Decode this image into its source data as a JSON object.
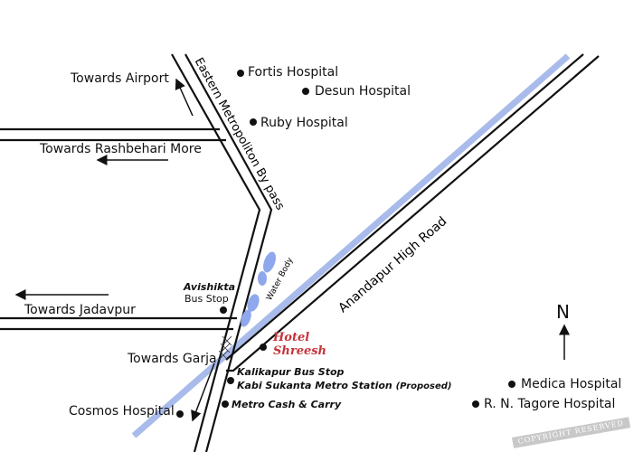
{
  "colors": {
    "metro_line": "#a9bbea",
    "water": "#8fa7ec",
    "hotel": "#c4343a",
    "road": "#111111"
  },
  "roads": {
    "bypass": "Eastern Metropoliton By pass",
    "anandapur": "Anandapur High Road"
  },
  "directions": {
    "airport": "Towards Airport",
    "rashbehari": "Towards Rashbehari More",
    "jadavpur": "Towards Jadavpur",
    "garja": "Towards Garja"
  },
  "places": {
    "fortis": "Fortis Hospital",
    "desun": "Desun Hospital",
    "ruby": "Ruby Hospital",
    "water_body": "Water Body",
    "avishikta": "Avishikta",
    "avishikta_sub": "Bus Stop",
    "hotel_line1": "Hotel",
    "hotel_line2": "Shreesh",
    "kalikapur": "Kalikapur Bus Stop",
    "kabi_sukanta": "Kabi Sukanta Metro Station",
    "proposed": "(Proposed)",
    "metro_cash": "Metro Cash & Carry",
    "cosmos": "Cosmos Hospital",
    "medica": "Medica Hospital",
    "rn_tagore": "R. N. Tagore Hospital"
  },
  "compass": {
    "north": "N"
  },
  "watermark": "COPYRIGHT RESERVED"
}
